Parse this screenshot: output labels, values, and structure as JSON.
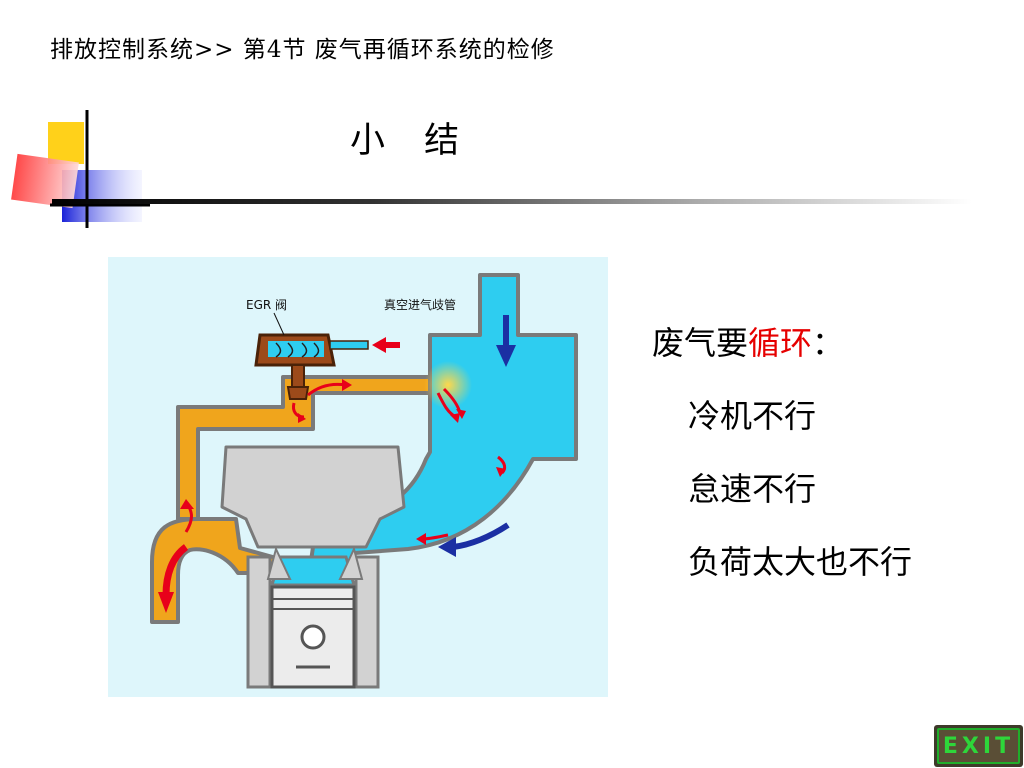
{
  "breadcrumb": "排放控制系统>> 第4节  废气再循环系统的检修",
  "page_title": "小 结",
  "diagram": {
    "labels": {
      "egr_valve": "EGR 阀",
      "intake_vacuum": "真空进气歧管"
    },
    "colors": {
      "background": "#def6fb",
      "intake_air": "#2ecdf0",
      "exhaust": "#f0a51c",
      "engine_gray": "#d2d2d2",
      "valve_brown": "#9c4a1a",
      "arrow_red": "#e8001a",
      "arrow_blue": "#1b2fa3"
    }
  },
  "summary": {
    "heading_prefix": "废气要",
    "heading_highlight": "循环",
    "heading_suffix": "：",
    "items": [
      "冷机不行",
      "怠速不行",
      "负荷太大也不行"
    ]
  },
  "exit_label": "EXIT"
}
